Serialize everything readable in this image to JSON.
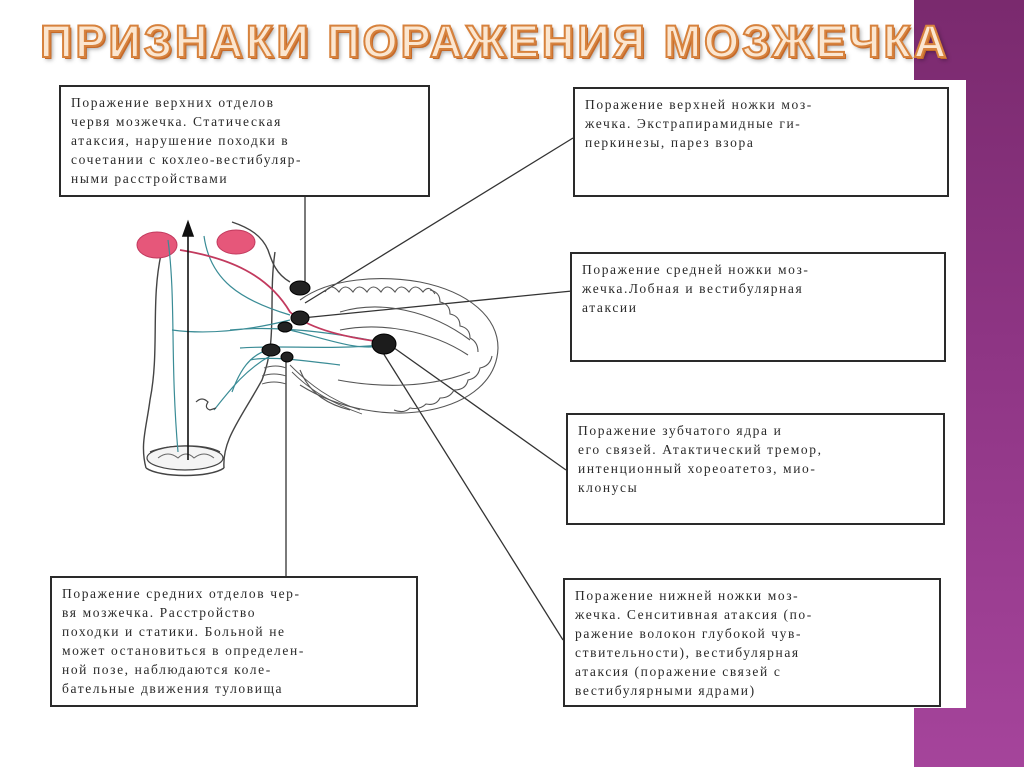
{
  "slide": {
    "title": "ПРИЗНАКИ ПОРАЖЕНИЯ МОЗЖЕЧКА",
    "accent_color": "#8e3584",
    "title_fill": "#fbe6d0",
    "title_outline": "#d7823d"
  },
  "boxes": {
    "upper_vermis": {
      "lines": [
        "Поражение верхних отделов",
        "червя мозжечка. Статическая",
        "атаксия, нарушение походки в",
        "сочетании с кохлео-вестибуляр-",
        "ными расстройствами"
      ]
    },
    "superior_peduncle": {
      "lines": [
        "Поражение верхней ножки моз-",
        "жечка. Экстрапирамидные ги-",
        "перкинезы, парез взора"
      ]
    },
    "middle_peduncle": {
      "lines": [
        "Поражение средней ножки моз-",
        "жечка.Лобная и вестибулярная",
        "атаксии"
      ]
    },
    "dentate_nucleus": {
      "lines": [
        "Поражение зубчатого ядра и",
        "его связей. Атактический тремор,",
        "интенционный хореоатетоз, мио-",
        "клонусы"
      ]
    },
    "middle_vermis": {
      "lines": [
        "Поражение средних отделов чер-",
        "вя мозжечка. Расстройство",
        "походки и статики. Больной не",
        "может остановиться в определен-",
        "ной позе, наблюдаются коле-",
        "бательные движения туловища"
      ]
    },
    "inferior_peduncle": {
      "lines": [
        "Поражение нижней ножки моз-",
        "жечка. Сенситивная атаксия (по-",
        "ражение волокон глубокой чув-",
        "ствительности), вестибулярная",
        "атаксия (поражение связей с",
        "вестибулярными ядрами)"
      ]
    }
  }
}
